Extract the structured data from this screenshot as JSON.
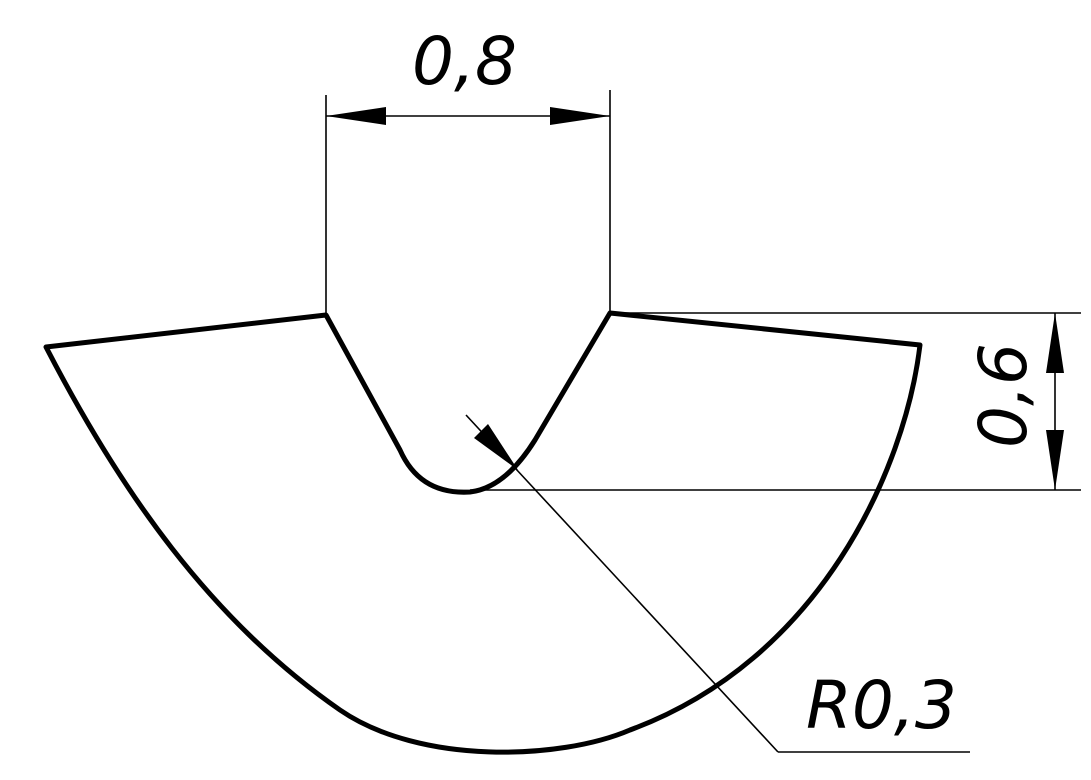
{
  "drawing": {
    "dimensions": {
      "width_label": "0,8",
      "depth_label": "0,6",
      "radius_label": "R0,3"
    },
    "colors": {
      "line": "#000000",
      "background": "#ffffff"
    }
  }
}
